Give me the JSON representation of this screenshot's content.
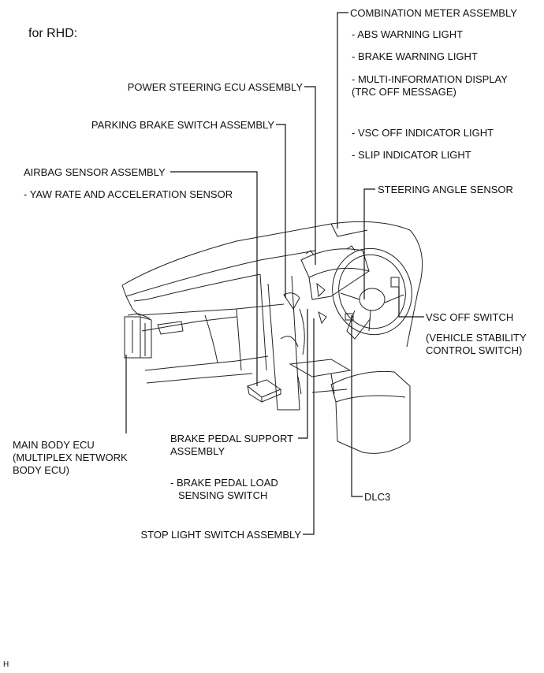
{
  "heading": "for RHD:",
  "corner_code": "H",
  "labels": {
    "combination_meter": "COMBINATION METER ASSEMBLY",
    "abs_warning": "- ABS WARNING LIGHT",
    "brake_warning": "- BRAKE WARNING LIGHT",
    "multi_info_1": "- MULTI-INFORMATION DISPLAY",
    "multi_info_2": "(TRC OFF MESSAGE)",
    "vsc_off_indicator": "- VSC OFF INDICATOR LIGHT",
    "slip_indicator": "- SLIP INDICATOR LIGHT",
    "power_steering": "POWER STEERING ECU ASSEMBLY",
    "parking_brake": "PARKING BRAKE SWITCH ASSEMBLY",
    "airbag_sensor": "AIRBAG SENSOR ASSEMBLY",
    "yaw_rate": "- YAW RATE AND ACCELERATION SENSOR",
    "steering_angle": "STEERING ANGLE SENSOR",
    "vsc_off_switch": "VSC OFF SWITCH",
    "vsc_sub_1": "(VEHICLE STABILITY",
    "vsc_sub_2": "CONTROL SWITCH)",
    "main_body_1": "MAIN BODY ECU",
    "main_body_2": "(MULTIPLEX NETWORK",
    "main_body_3": "BODY ECU)",
    "brake_support_1": "BRAKE PEDAL SUPPORT",
    "brake_support_2": "ASSEMBLY",
    "brake_load_1": "- BRAKE PEDAL LOAD",
    "brake_load_2": "SENSING SWITCH",
    "dlc3": "DLC3",
    "stop_light": "STOP LIGHT SWITCH ASSEMBLY"
  }
}
